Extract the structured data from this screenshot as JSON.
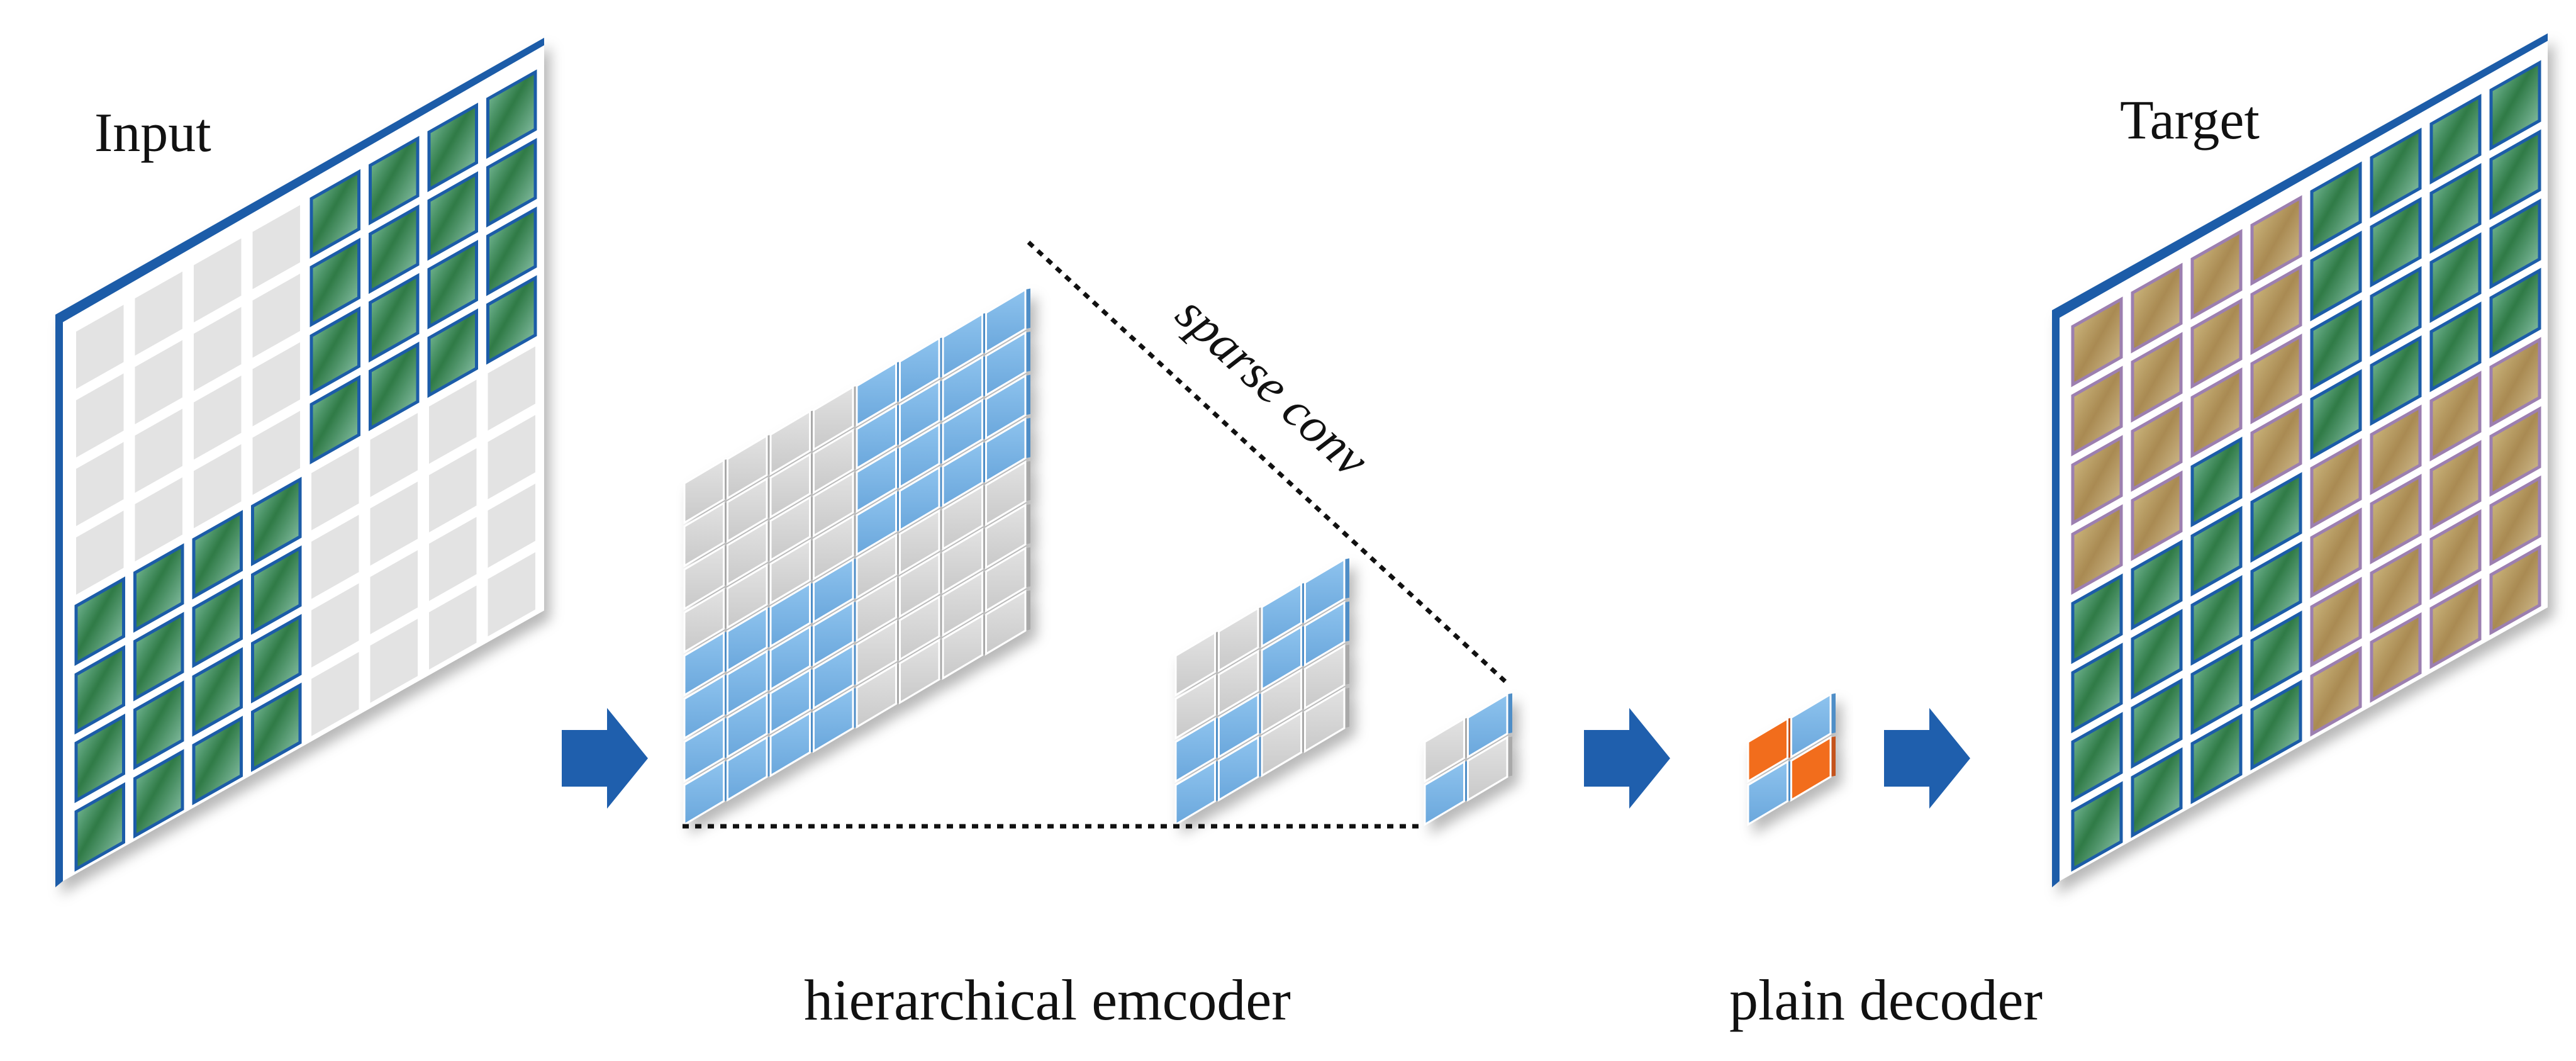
{
  "labels": {
    "input": "Input",
    "target": "Target",
    "sparse_conv": "sparse conv",
    "encoder": "hierarchical emcoder",
    "decoder": "plain decoder"
  },
  "colors": {
    "panel_edge": "#1c5ca8",
    "arrow": "#1f5fad",
    "masked_patch": "#e3e3e3",
    "leaf_patch": "#4f8f5a",
    "dry_patch": "#b49a62",
    "grid_cell_active": "#7db6e6",
    "grid_cell_inactive": "#d6d6d6",
    "decoder_orange": "#f26d1f",
    "dotted_line": "#111111"
  },
  "icons": {
    "flow_arrow": "right-arrow-icon"
  }
}
